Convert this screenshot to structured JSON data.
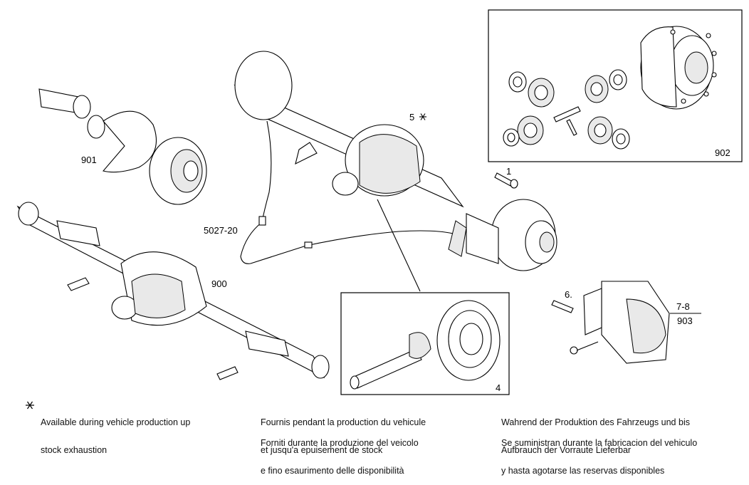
{
  "labels": {
    "p901": "901",
    "p5027": "5027-20",
    "p900": "900",
    "p5": "5",
    "p1": "1",
    "p902": "902",
    "p4": "4",
    "p6": "6.",
    "p78": "7-8",
    "p903": "903"
  },
  "notes": {
    "en_line1": "Available during vehicle production up",
    "en_line2": "stock exhaustion",
    "fr_line1": "Fournis pendant la production du vehicule",
    "fr_line2": "et jusqu'a epuisement de stock",
    "it_line1": "Forniti durante la produzione del veicolo",
    "it_line2": "e fino esaurimento delle disponibilità",
    "de_line1": "Wahrend der Produktion des Fahrzeugs und bis",
    "de_line2": "Aufbrauch der Vorraute Lieferbar",
    "es_line1": "Se suministran durante la fabricacion del vehiculo",
    "es_line2": "y hasta agotarse las reservas disponibles"
  },
  "icons": {
    "availability_mark": "asterisk-icon"
  }
}
